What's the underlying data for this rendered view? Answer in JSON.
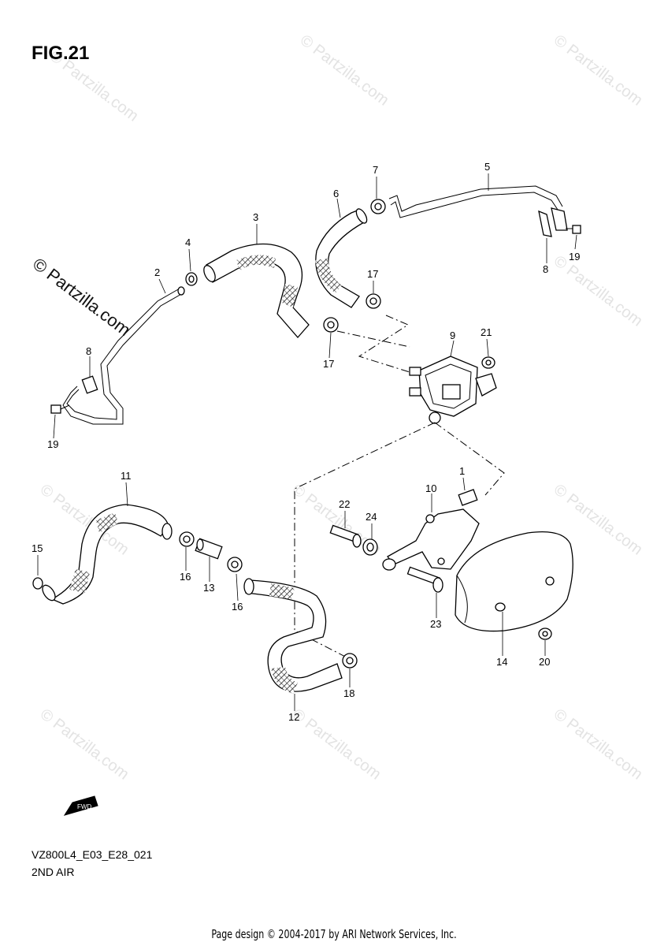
{
  "figure": {
    "title": "FIG.21"
  },
  "watermark": {
    "text": "© Partzilla.com"
  },
  "brand_watermark": "© Partzilla.com",
  "diagram_code": "VZ800L4_E03_E28_021",
  "diagram_name": "2ND AIR",
  "footer": "Page design © 2004-2017 by ARI Network Services, Inc.",
  "fwd_arrow": "FWD",
  "callouts": [
    "1",
    "2",
    "3",
    "4",
    "5",
    "6",
    "7",
    "8",
    "8",
    "9",
    "10",
    "11",
    "12",
    "13",
    "14",
    "15",
    "16",
    "16",
    "17",
    "17",
    "18",
    "19",
    "19",
    "20",
    "21",
    "22",
    "23",
    "24"
  ]
}
